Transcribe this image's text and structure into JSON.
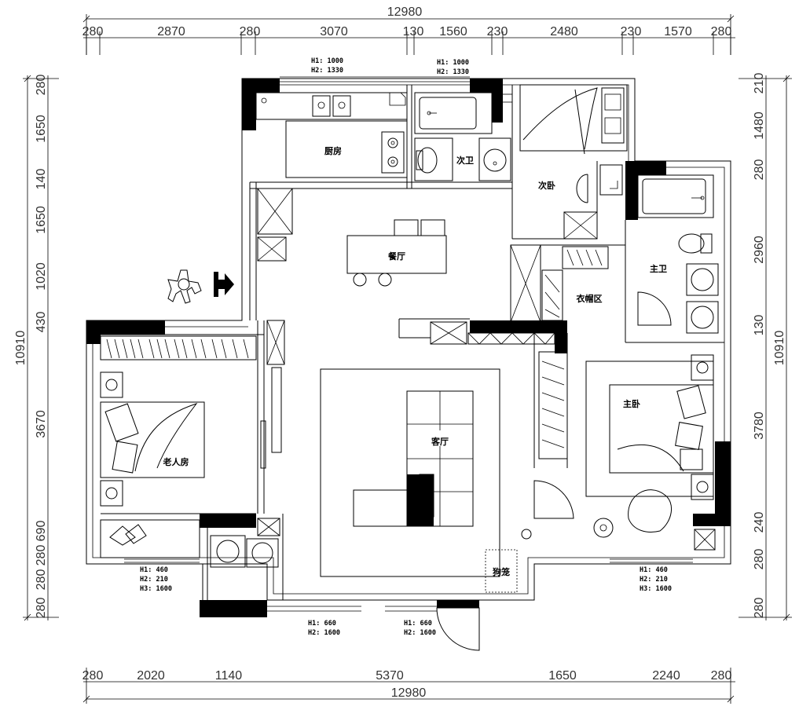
{
  "dimensions": {
    "top_total": "12980",
    "top_segments": [
      "280",
      "2870",
      "280",
      "3070",
      "130",
      "1560",
      "230",
      "2480",
      "230",
      "1570",
      "280"
    ],
    "bottom_total": "12980",
    "bottom_segments": [
      "280",
      "2020",
      "1140",
      "5370",
      "1650",
      "2240",
      "280"
    ],
    "left_total": "10910",
    "left_segments": [
      "280",
      "1650",
      "140",
      "1650",
      "1020",
      "430",
      "3670",
      "690",
      "280",
      "280",
      "280"
    ],
    "right_total": "10910",
    "right_segments": [
      "210",
      "1480",
      "280",
      "2960",
      "130",
      "3780",
      "240",
      "280",
      "280"
    ]
  },
  "rooms": {
    "kitchen": "厨房",
    "second_bath": "次卫",
    "second_bedroom": "次卧",
    "dining": "餐厅",
    "master_bath": "主卫",
    "cloakroom": "衣帽区",
    "elder_room": "老人房",
    "living_room": "客厅",
    "master_bedroom": "主卧",
    "pet_cage": "狗笼"
  },
  "window_notes": {
    "kitchen_window": [
      "H1: 1000",
      "H2: 1330"
    ],
    "bath_window": [
      "H1: 1000",
      "H2: 1330"
    ],
    "elder_window": [
      "H1: 460",
      "H2: 210",
      "H3: 1600"
    ],
    "master_window": [
      "H1: 460",
      "H2: 210",
      "H3: 1600"
    ],
    "balcony_window_a": [
      "H1: 660",
      "H2: 1600"
    ],
    "balcony_window_b": [
      "H1: 660",
      "H2: 1600"
    ]
  },
  "icons": [
    "entrance-arrow-icon",
    "person-icon",
    "door-swing-icon",
    "sink-icon",
    "toilet-icon",
    "stove-icon",
    "bed-icon",
    "armchair-icon"
  ]
}
